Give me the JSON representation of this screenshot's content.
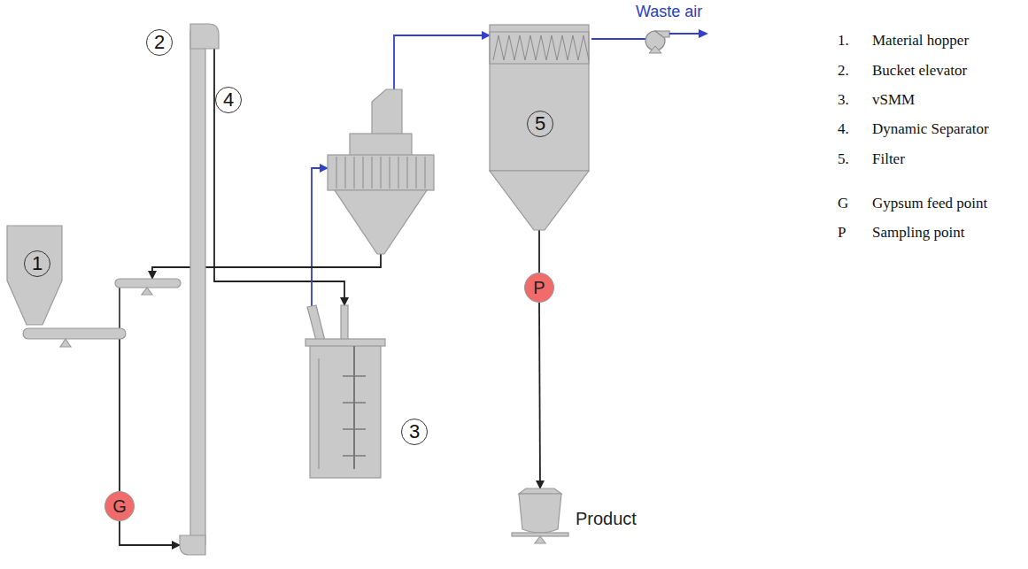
{
  "diagram": {
    "nodes": [
      {
        "text": [
          "1"
        ]
      },
      {
        "text": [
          "2"
        ]
      },
      {
        "text": [
          "3"
        ]
      },
      {
        "text": [
          "4"
        ]
      },
      {
        "text": [
          "5"
        ]
      },
      {
        "text": [
          "G"
        ]
      },
      {
        "text": [
          "P"
        ]
      },
      {
        "text": [
          "Product"
        ]
      }
    ],
    "edges": [
      {
        "from": 0,
        "to": 5,
        "arrow": "none"
      },
      {
        "from": 5,
        "to": 1,
        "arrow": "to"
      },
      {
        "from": 1,
        "to": 2,
        "arrow": "to"
      },
      {
        "from": 2,
        "to": 3,
        "arrow": "to"
      },
      {
        "from": 3,
        "to": 0,
        "arrow": "to"
      },
      {
        "from": 3,
        "to": 4,
        "arrow": "to"
      },
      {
        "from": 4,
        "to": 6,
        "arrow": "none"
      },
      {
        "from": 6,
        "to": 7,
        "arrow": "to"
      }
    ],
    "labels": [
      "Waste air",
      "1.",
      "Material hopper",
      "2.",
      "Bucket elevator",
      "3.",
      "vSMM",
      "4.",
      "Dynamic Separator",
      "5.",
      "Filter",
      "G",
      "Gypsum feed point",
      "P",
      "Sampling point"
    ]
  }
}
